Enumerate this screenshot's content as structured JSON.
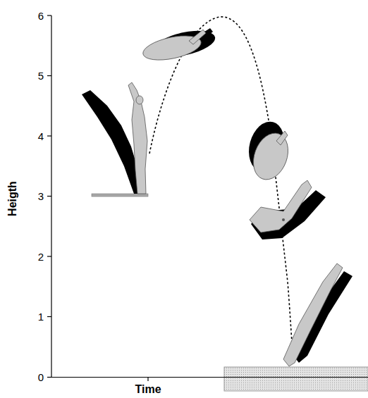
{
  "diagram": {
    "labels": [
      "6",
      "5",
      "4",
      "3",
      "2",
      "1",
      "0",
      "Heigth",
      "Time"
    ]
  }
}
